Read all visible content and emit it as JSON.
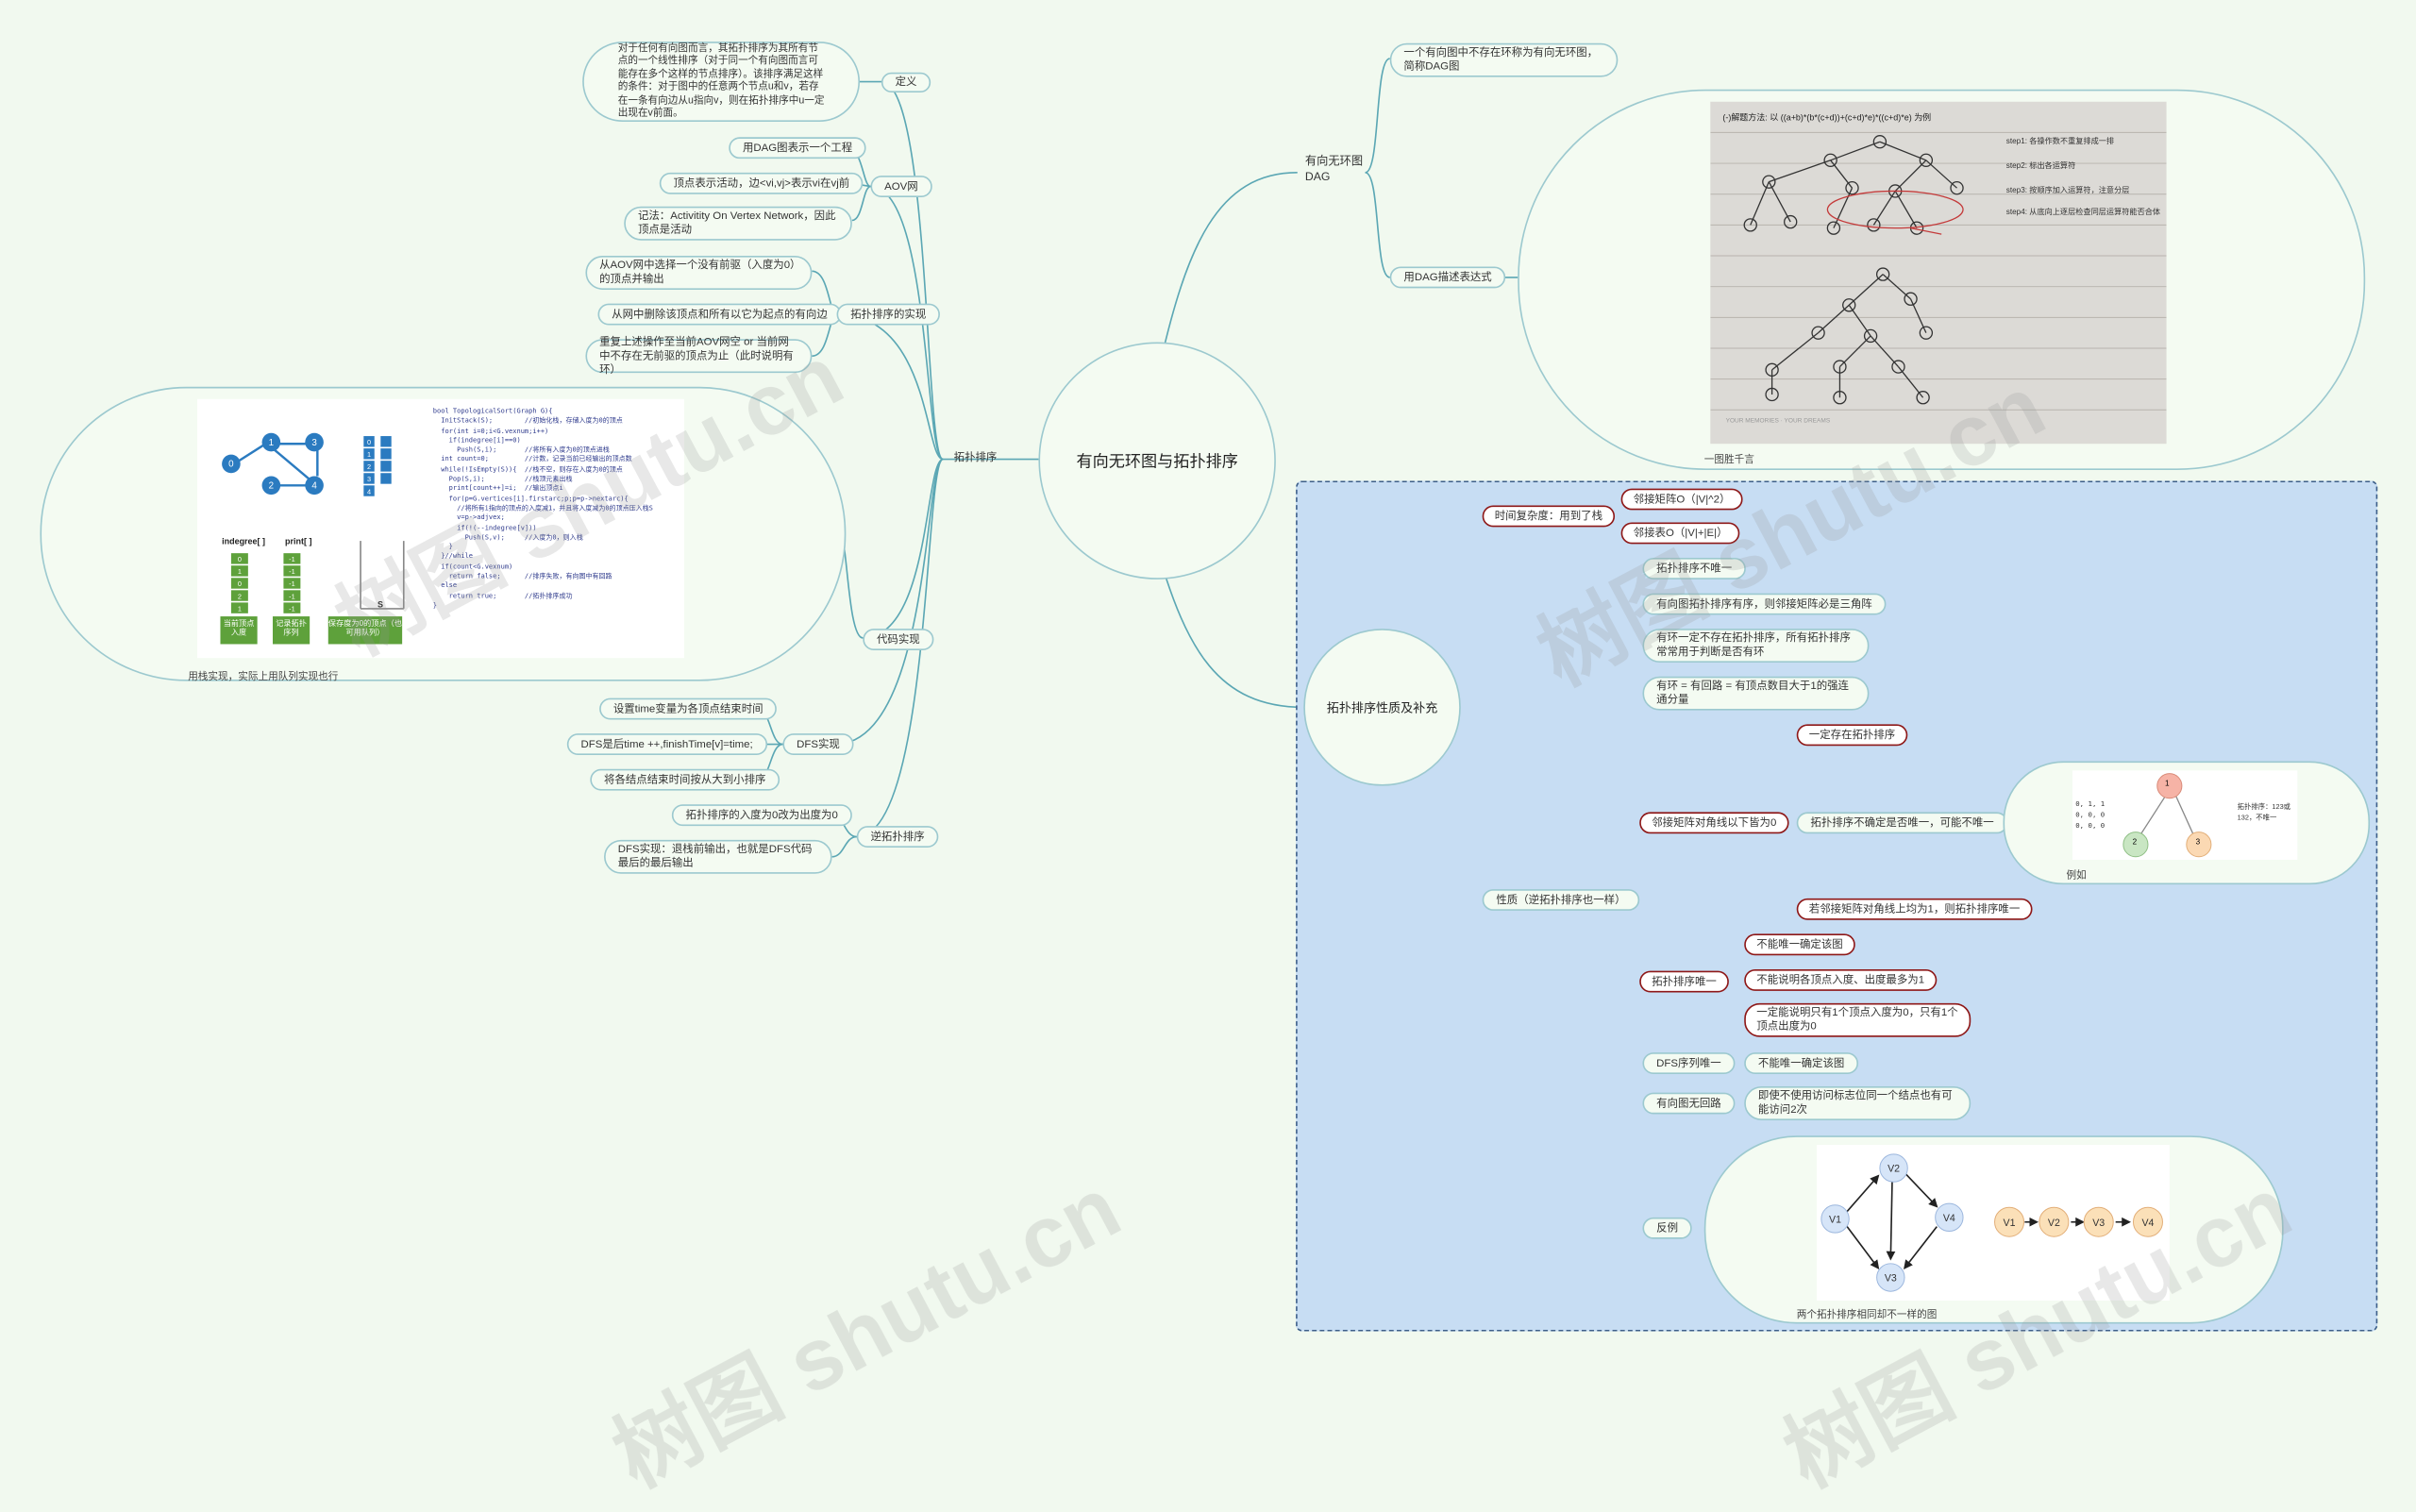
{
  "center": {
    "title": "有向无环图与拓扑排序"
  },
  "left": {
    "topo_label": "拓扑排序",
    "definition": {
      "label": "定义",
      "text": "对于任何有向图而言，其拓扑排序为其所有节点的一个线性排序（对于同一个有向图而言可能存在多个这样的节点排序）。该排序满足这样的条件：对于图中的任意两个节点u和v，若存在一条有向边从u指向v，则在拓扑排序中u一定出现在v前面。"
    },
    "aov": {
      "label": "AOV网",
      "items": [
        "用DAG图表示一个工程",
        "顶点表示活动，边<vi,vj>表示vi在vj前",
        "记法：Activitity On Vertex Network，因此顶点是活动"
      ]
    },
    "impl": {
      "label": "拓扑排序的实现",
      "items": [
        "从AOV网中选择一个没有前驱（入度为0）的顶点并输出",
        "从网中删除该顶点和所有以它为起点的有向边",
        "重复上述操作至当前AOV网空 or 当前网中不存在无前驱的顶点为止（此时说明有环）"
      ]
    },
    "code": {
      "label": "代码实现",
      "caption": "用栈实现，实际上用队列实现也行",
      "lines": [
        "bool TopologicalSort(Graph G){",
        "  InitStack(S);        //初始化栈，存储入度为0的顶点",
        "  for(int i=0;i<G.vexnum;i++)",
        "    if(indegree[i]==0)",
        "      Push(S,i);       //将所有入度为0的顶点进栈",
        "  int count=0;         //计数，记录当前已经输出的顶点数",
        "  while(!IsEmpty(S)){  //栈不空，则存在入度为0的顶点",
        "    Pop(S,i);          //栈顶元素出栈",
        "    print[count++]=i;  //输出顶点i",
        "    for(p=G.vertices[i].firstarc;p;p=p->nextarc){",
        "      //将所有i指向的顶点的入度减1，并且将入度减为0的顶点压入栈S",
        "      v=p->adjvex;",
        "      if(!(--indegree[v]))",
        "        Push(S,v);     //入度为0，则入栈",
        "    }",
        "  }//while",
        "  if(count<G.vexnum)",
        "    return false;      //排序失败，有向图中有回路",
        "  else",
        "    return true;       //拓扑排序成功",
        "}"
      ],
      "nodes": [
        "0",
        "1",
        "2",
        "3",
        "4"
      ],
      "indegree_label": "indegree[ ]",
      "print_label": "print[ ]",
      "indegree_vals": [
        "0",
        "1",
        "0",
        "2",
        "1"
      ],
      "print_vals": [
        "-1",
        "-1",
        "-1",
        "-1",
        "-1"
      ],
      "s_label": "S",
      "btn1": "当前顶点入度",
      "btn2": "记录拓扑序列",
      "btn3": "保存度为0的顶点（也可用队列）",
      "adj_rows": [
        "0",
        "1",
        "2",
        "3",
        "4"
      ]
    },
    "dfs": {
      "label": "DFS实现",
      "items": [
        "设置time变量为各顶点结束时间",
        "DFS是后time ++,finishTime[v]=time;",
        "将各结点结束时间按从大到小排序"
      ]
    },
    "reverse": {
      "label": "逆拓扑排序",
      "items": [
        "拓扑排序的入度为0改为出度为0",
        "DFS实现：退栈前输出，也就是DFS代码最后的最后输出"
      ]
    }
  },
  "right": {
    "dag": {
      "label": "有向无环图DAG",
      "definition": "一个有向图中不存在环称为有向无环图，简称DAG图",
      "describe_label": "用DAG描述表达式",
      "image_caption": "一图胜千言",
      "photo_header": "(-)解题方法: 以 ((a+b)*(b*(c+d))+(c+d)*e)*((c+d)*e) 为例",
      "photo_steps": [
        "step1: 各操作数不重复排成一排",
        "step2: 标出各运算符",
        "step3: 按顺序加入运算符，注意分层",
        "step4: 从底向上逐层检查同层运算符能否合体"
      ],
      "photo_footer": "YOUR MEMORIES · YOUR DREAMS"
    },
    "props": {
      "label": "拓扑排序性质及补充",
      "complexity": {
        "label": "时间复杂度：用到了栈",
        "items": [
          "邻接矩阵O（|V|^2）",
          "邻接表O（|V|+|E|）"
        ]
      },
      "property_label": "性质（逆拓扑排序也一样）",
      "simple": [
        "拓扑排序不唯一",
        "有向图拓扑排序有序，则邻接矩阵必是三角阵",
        "有环一定不存在拓扑排序，所有拓扑排序常常用于判断是否有环",
        "有环 = 有回路 = 有顶点数目大于1的强连通分量"
      ],
      "diag": {
        "label": "邻接矩阵对角线以下皆为0",
        "items": [
          "一定存在拓扑排序",
          "拓扑排序不确定是否唯一，可能不唯一",
          "若邻接矩阵对角线上均为1，则拓扑排序唯一"
        ],
        "example_caption": "例如",
        "matrix_rows": [
          "0, 1, 1",
          "0, 0, 0",
          "0, 0, 0"
        ],
        "example_note": "拓扑排序：123或132，不唯一",
        "example_nodes": [
          "1",
          "2",
          "3"
        ]
      },
      "unique": {
        "label": "拓扑排序唯一",
        "items": [
          "不能唯一确定该图",
          "不能说明各顶点入度、出度最多为1",
          "一定能说明只有1个顶点入度为0，只有1个顶点出度为0"
        ]
      },
      "dfs_unique": {
        "label": "DFS序列唯一",
        "item": "不能唯一确定该图"
      },
      "acyclic": {
        "label": "有向图无回路",
        "item": "即使不使用访问标志位同一个结点也有可能访问2次"
      },
      "counter": {
        "label": "反例",
        "caption": "两个拓扑排序相同却不一样的图",
        "graph_nodes": [
          "V1",
          "V2",
          "V3",
          "V4"
        ],
        "chain_nodes": [
          "V1",
          "V2",
          "V3",
          "V4"
        ]
      }
    }
  },
  "watermark": "树图 shutu.cn",
  "colors": {
    "teal": "#5ba7b4",
    "red": "#8e1818",
    "panel": "#c7ddf3",
    "green": "#7fba4d"
  }
}
